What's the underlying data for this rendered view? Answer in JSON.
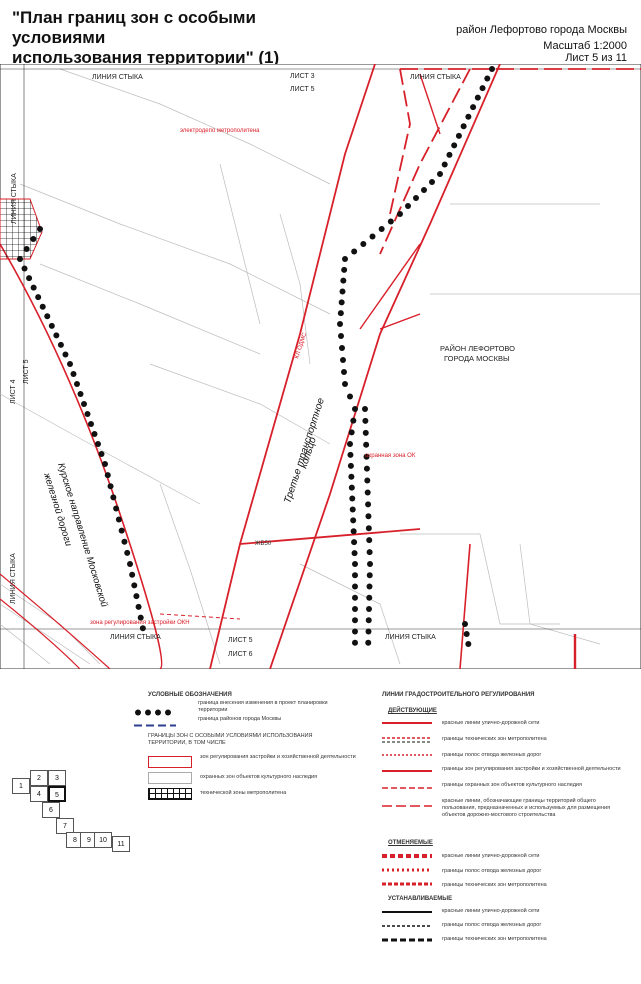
{
  "header": {
    "title_line1": "\"План границ зон с особыми условиями",
    "title_line2": "использования территории\" (1)",
    "district": "район Лефортово города Москвы",
    "scale": "Масштаб 1:2000",
    "sheet": "Лист 5 из 11"
  },
  "map": {
    "join_line": "ЛИНИЯ СТЫКА",
    "sheet3": "ЛИСТ 3",
    "sheet5": "ЛИСТ 5",
    "sheet6": "ЛИСТ 6",
    "sheet4": "ЛИСТ 4",
    "district_label_1": "РАЙОН ЛЕФОРТОВО",
    "district_label_2": "ГОРОДА МОСКВЫ",
    "ttk_1": "Третье транспортное",
    "ttk_2": "кольцо",
    "railway_1": "Курское направление Московской",
    "railway_2": "железной дороги",
    "metro_zone": "электродепо метрополитена",
    "ok_zone": "охранная зона ОК",
    "zone_reg": "зона регулирования застройки ОКН",
    "kl_label": "КЛ ОДМС",
    "zh50": "ЖБ50"
  },
  "legend": {
    "title": "УСЛОВНЫЕ ОБОЗНАЧЕНИЯ",
    "item1": "граница внесения изменения в проект планировки территории",
    "item2": "граница районов города Москвы",
    "zones_title_1": "ГРАНИЦЫ ЗОН С ОСОБЫМИ УСЛОВИЯМИ ИСПОЛЬЗОВАНИЯ",
    "zones_title_2": "ТЕРРИТОРИИ, В ТОМ ЧИСЛЕ",
    "zone1": "зон регулирования застройки и хозяйственной деятельности",
    "zone2": "охранных зон объектов культурного наследия",
    "zone3": "технической зоны метрополитена",
    "lines_title": "ЛИНИИ ГРАДОСТРОИТЕЛЬНОГО РЕГУЛИРОВАНИЯ",
    "active": "ДЕЙСТВУЮЩИЕ",
    "a1": "красные линии улично-дорожной сети",
    "a2": "границы технических зон метрополитена",
    "a3": "границы полос отвода железных дорог",
    "a4": "границы зон регулирования застройки и хозяйственной деятельности",
    "a5": "границы охранных зон объектов культурного наследия",
    "a6": "красные линии, обозначающие границы территорий общего пользования, предназначенных и используемых для размещения объектов дорожно-мостового строительства",
    "cancelled": "ОТМЕНЯЕМЫЕ",
    "c1": "красные линии улично-дорожной сети",
    "c2": "границы полос отвода железных дорог",
    "c3": "границы технических зон метрополитена",
    "established": "УСТАНАВЛИВАЕМЫЕ",
    "e1": "красные линии улично-дорожной сети",
    "e2": "границы полос отвода железных дорог",
    "e3": "границы технических зон метрополитена"
  },
  "sheet_index": [
    "1",
    "2",
    "3",
    "4",
    "5",
    "6",
    "7",
    "8",
    "9",
    "10",
    "11"
  ],
  "colors": {
    "red": "#d8202a",
    "black": "#111111",
    "gray": "#9a9a9a"
  }
}
